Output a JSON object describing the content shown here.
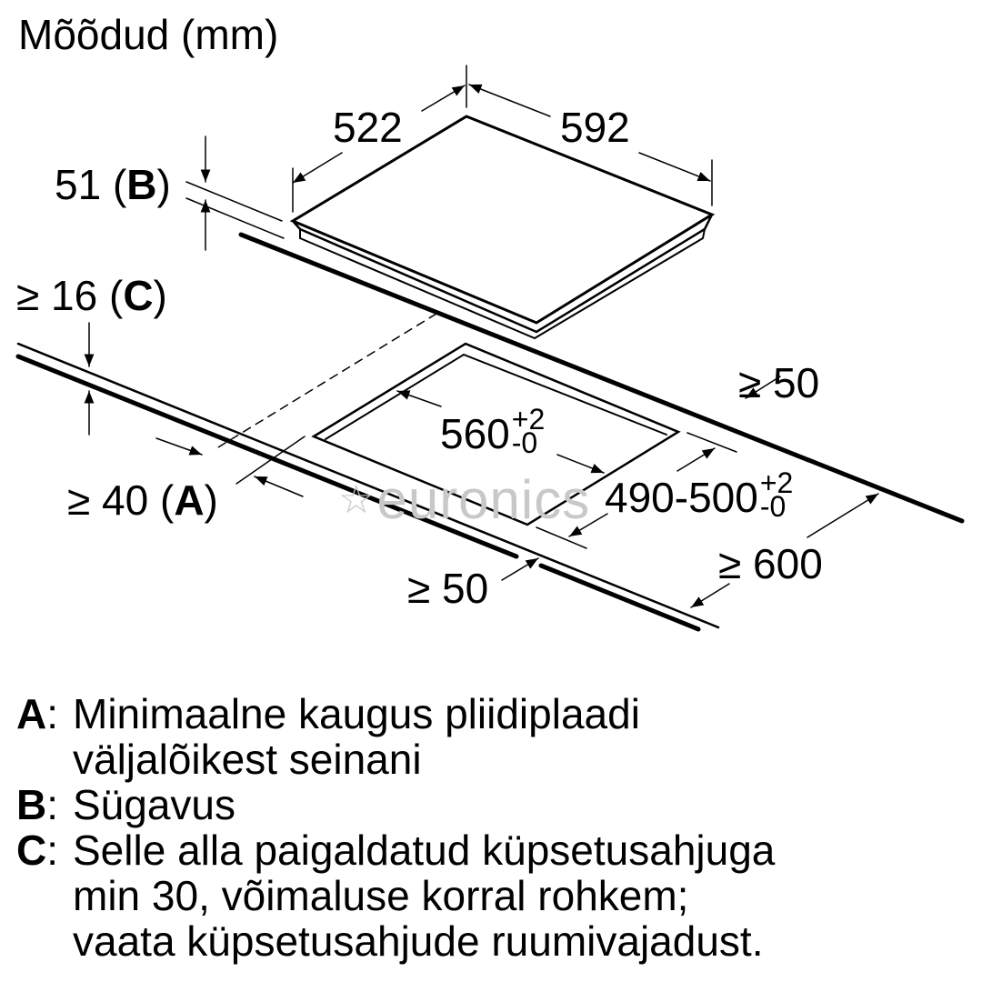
{
  "title": "Mõõdud (mm)",
  "dimensions": {
    "hob_depth": "522",
    "hob_width": "592",
    "hob_height_value": "51",
    "hob_height_key": "B",
    "worktop_min_value": "≥ 16",
    "worktop_min_key": "C",
    "wall_min_value": "≥ 40",
    "wall_min_key": "A",
    "cutout_width": "560",
    "cutout_width_tol_plus": "+2",
    "cutout_width_tol_minus": "-0",
    "cutout_depth": "490-500",
    "cutout_depth_tol_plus": "+2",
    "cutout_depth_tol_minus": "-0",
    "rear_min": "≥ 50",
    "front_min": "≥ 50",
    "worktop_depth_min": "≥ 600"
  },
  "watermark": {
    "star": "☆",
    "text": "euronics"
  },
  "legend": [
    {
      "key": "A",
      "lines": [
        "Minimaalne kaugus pliidiplaadi",
        "väljalõikest seinani"
      ]
    },
    {
      "key": "B",
      "lines": [
        "Sügavus"
      ]
    },
    {
      "key": "C",
      "lines": [
        "Selle alla paigaldatud küpsetusahjuga",
        "min 30, võimaluse korral rohkem;",
        "vaata küpsetusahjude ruumivajadust."
      ]
    }
  ],
  "colors": {
    "ink": "#000000",
    "watermark": "#c8c8c8",
    "background": "#ffffff"
  }
}
